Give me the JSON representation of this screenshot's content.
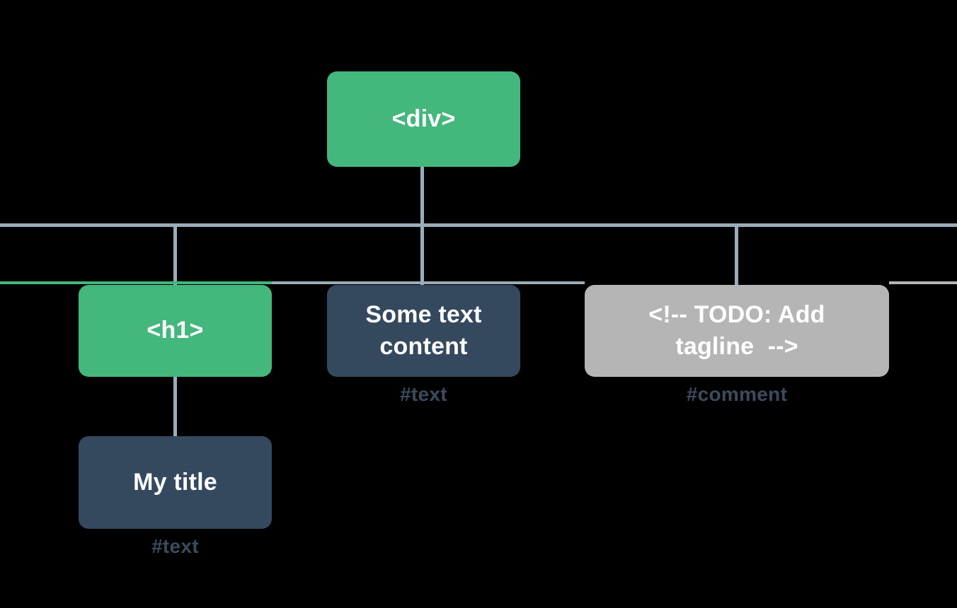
{
  "diagram": {
    "title": "DOM tree diagram",
    "type": "dom-tree",
    "colors": {
      "background": "#000000",
      "element_node": "#44b87d",
      "text_node": "#34495e",
      "comment_node": "#b5b5b5",
      "edge": "#9aacb8",
      "caption": "#3b4b5e",
      "node_label": "#ffffff"
    },
    "nodes": [
      {
        "id": "div",
        "label": "<div>",
        "kind": "element",
        "caption": "",
        "depth": 0
      },
      {
        "id": "h1",
        "label": "<h1>",
        "kind": "element",
        "caption": "",
        "depth": 1
      },
      {
        "id": "some-text",
        "label": "Some text\ncontent",
        "kind": "text",
        "caption": "#text",
        "depth": 1
      },
      {
        "id": "comment",
        "label": "<!-- TODO: Add\ntagline  -->",
        "kind": "comment",
        "caption": "#comment",
        "depth": 1
      },
      {
        "id": "my-title",
        "label": "My title",
        "kind": "text",
        "caption": "#text",
        "depth": 2
      }
    ],
    "edges": [
      {
        "from": "div",
        "to": "h1"
      },
      {
        "from": "div",
        "to": "some-text"
      },
      {
        "from": "div",
        "to": "comment"
      },
      {
        "from": "h1",
        "to": "my-title"
      }
    ]
  }
}
